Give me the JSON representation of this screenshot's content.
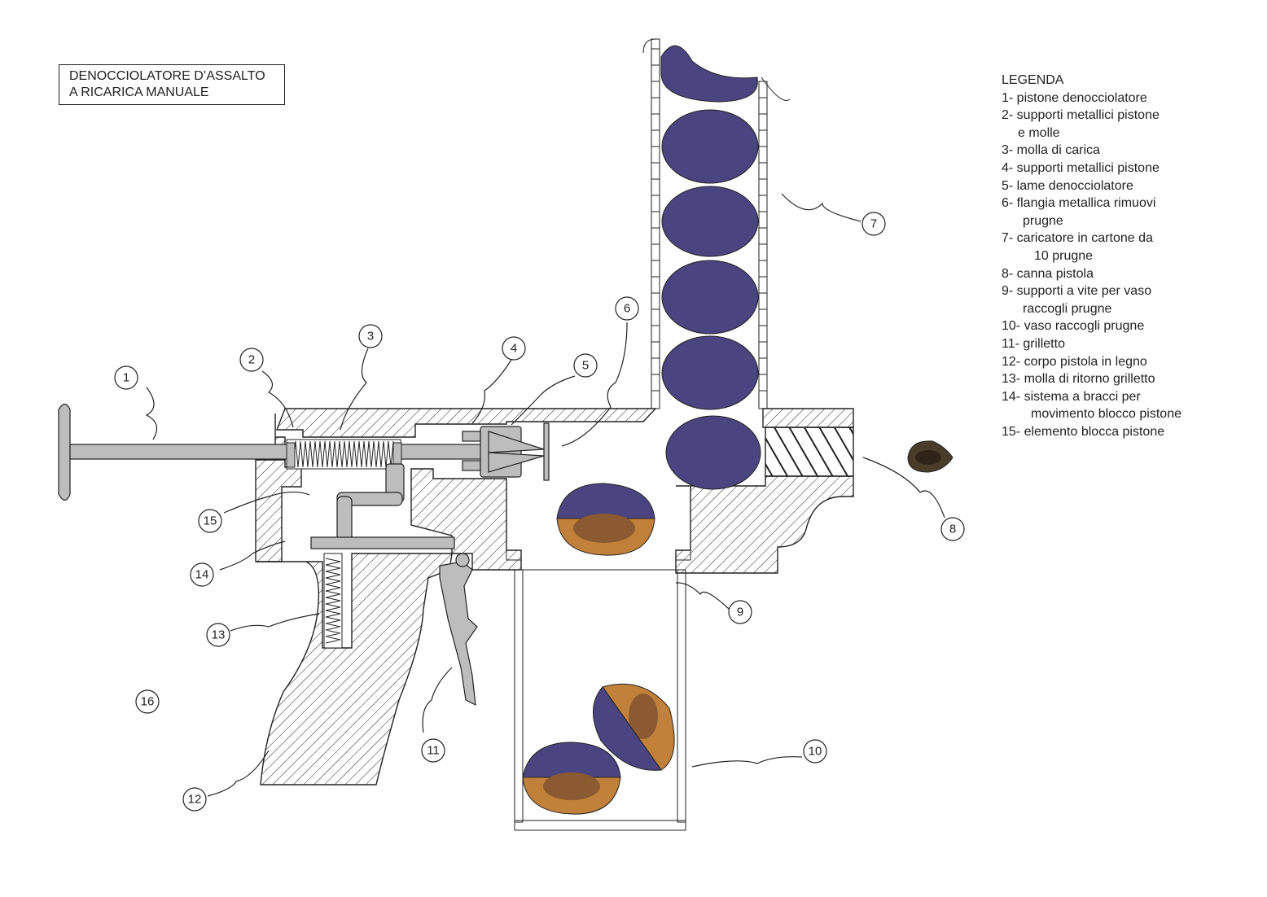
{
  "title": {
    "line1": "DENOCCIOLATORE D’ASSALTO",
    "line2": "A RICARICA MANUALE"
  },
  "legend": {
    "heading": "LEGENDA",
    "items": [
      {
        "lines": [
          "1- pistone denocciolatore"
        ]
      },
      {
        "lines": [
          "2- supporti metallici pistone",
          "e molle"
        ]
      },
      {
        "lines": [
          "3- molla di carica"
        ]
      },
      {
        "lines": [
          "4- supporti metallici pistone"
        ]
      },
      {
        "lines": [
          "5- lame denocciolatore"
        ]
      },
      {
        "lines": [
          "6- flangia metallica rimuovi",
          "prugne"
        ]
      },
      {
        "lines": [
          "7- caricatore in cartone da",
          "10 prugne"
        ]
      },
      {
        "lines": [
          "8- canna pistola"
        ]
      },
      {
        "lines": [
          "9- supporti a vite per vaso",
          "raccogli prugne"
        ]
      },
      {
        "lines": [
          "10- vaso raccogli prugne"
        ]
      },
      {
        "lines": [
          "11- grilletto"
        ]
      },
      {
        "lines": [
          "12- corpo pistola in legno"
        ]
      },
      {
        "lines": [
          "13- molla di ritorno grilletto"
        ]
      },
      {
        "lines": [
          "14- sistema a bracci per",
          "movimento blocco pistone"
        ]
      },
      {
        "lines": [
          "15- elemento blocca pistone"
        ]
      }
    ]
  },
  "callouts": [
    "1",
    "2",
    "3",
    "4",
    "5",
    "6",
    "7",
    "8",
    "9",
    "10",
    "11",
    "12",
    "13",
    "14",
    "15",
    "16"
  ],
  "colors": {
    "plum": "#4a4580",
    "plum_flesh": "#c1813a",
    "plum_flesh_dark": "#8b5a30",
    "pit": "#4a3c2a",
    "metal": "#bdbdbd",
    "line": "#222222"
  }
}
